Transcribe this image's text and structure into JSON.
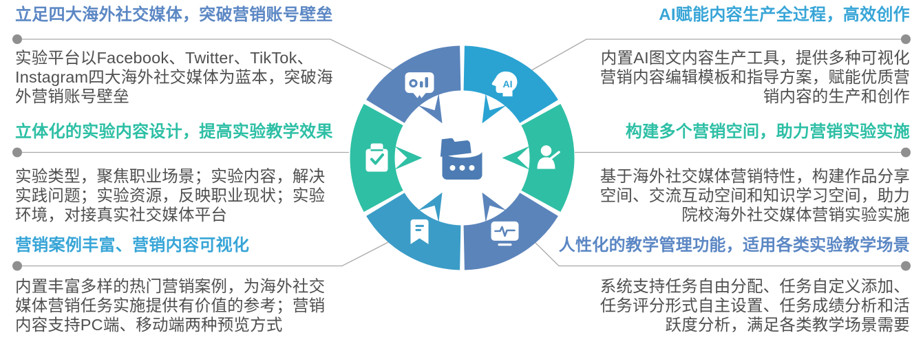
{
  "features": [
    {
      "id": "four-platforms",
      "side": "left",
      "row": 1,
      "accent": "#5b87c4",
      "title": "立足四大海外社交媒体，突破营销账号壁垒",
      "body": "实验平台以Facebook、Twitter、TikTok、\nInstagram四大海外社交媒体为蓝本，突破海\n外营销账号壁垒"
    },
    {
      "id": "experiment-content-design",
      "side": "left",
      "row": 2,
      "accent": "#2dbfa5",
      "title": "立体化的实验内容设计，提高实验教学效果",
      "body": "实验类型，聚焦职业场景；实验内容，解决\n实践问题；实验资源，反映职业现状；实验\n环境，对接真实社交媒体平台"
    },
    {
      "id": "marketing-cases",
      "side": "left",
      "row": 3,
      "accent": "#37a5d7",
      "title": "营销案例丰富、营销内容可视化",
      "body": "内置丰富多样的热门营销案例，为海外社交\n媒体营销任务实施提供有价值的参考；营销\n内容支持PC端、移动端两种预览方式"
    },
    {
      "id": "ai-content-production",
      "side": "right",
      "row": 1,
      "accent": "#37a5d7",
      "title": "AI赋能内容生产全过程，高效创作",
      "body": "内置AI图文内容生产工具，提供多种可视化\n营销内容编辑模板和指导方案，赋能优质营\n销内容的生产和创作"
    },
    {
      "id": "marketing-spaces",
      "side": "right",
      "row": 2,
      "accent": "#2dbfa5",
      "title": "构建多个营销空间，助力营销实验实施",
      "body": "基于海外社交媒体营销特性，构建作品分享\n空间、交流互动空间和知识学习空间，助力\n院校海外社交媒体营销实验实施"
    },
    {
      "id": "teaching-management",
      "side": "right",
      "row": 3,
      "accent": "#5b87c4",
      "title": "人性化的教学管理功能，适用各类实验教学场景",
      "body": "系统支持任务自由分配、任务自定义添加、\n任务评分形式自主设置、任务成绩分析和活\n跃度分析，满足各类教学场景需要"
    }
  ],
  "wheel": {
    "center_icon": "folder-drawer-icon",
    "center_color": "#4d7cb4",
    "segments": [
      {
        "name": "top-left",
        "icon": "presentation-chart-icon",
        "color": "#5b84bb",
        "start": 300,
        "end": 360
      },
      {
        "name": "top-right",
        "icon": "ai-head-icon",
        "color": "#2aa3d2",
        "start": 0,
        "end": 60
      },
      {
        "name": "right",
        "icon": "teacher-pointer-icon",
        "color": "#2fbfa4",
        "start": 60,
        "end": 120
      },
      {
        "name": "bottom-right",
        "icon": "monitor-pulse-icon",
        "color": "#5b84bb",
        "start": 120,
        "end": 180
      },
      {
        "name": "bottom-left",
        "icon": "bookmark-note-icon",
        "color": "#3b9cc7",
        "start": 180,
        "end": 240
      },
      {
        "name": "left",
        "icon": "clipboard-check-icon",
        "color": "#2fbfa4",
        "start": 240,
        "end": 300
      }
    ]
  },
  "style": {
    "line_color": "#a9a9a9",
    "dot_color": "#8f8f8f",
    "body_text_color": "#4f4f4f"
  }
}
